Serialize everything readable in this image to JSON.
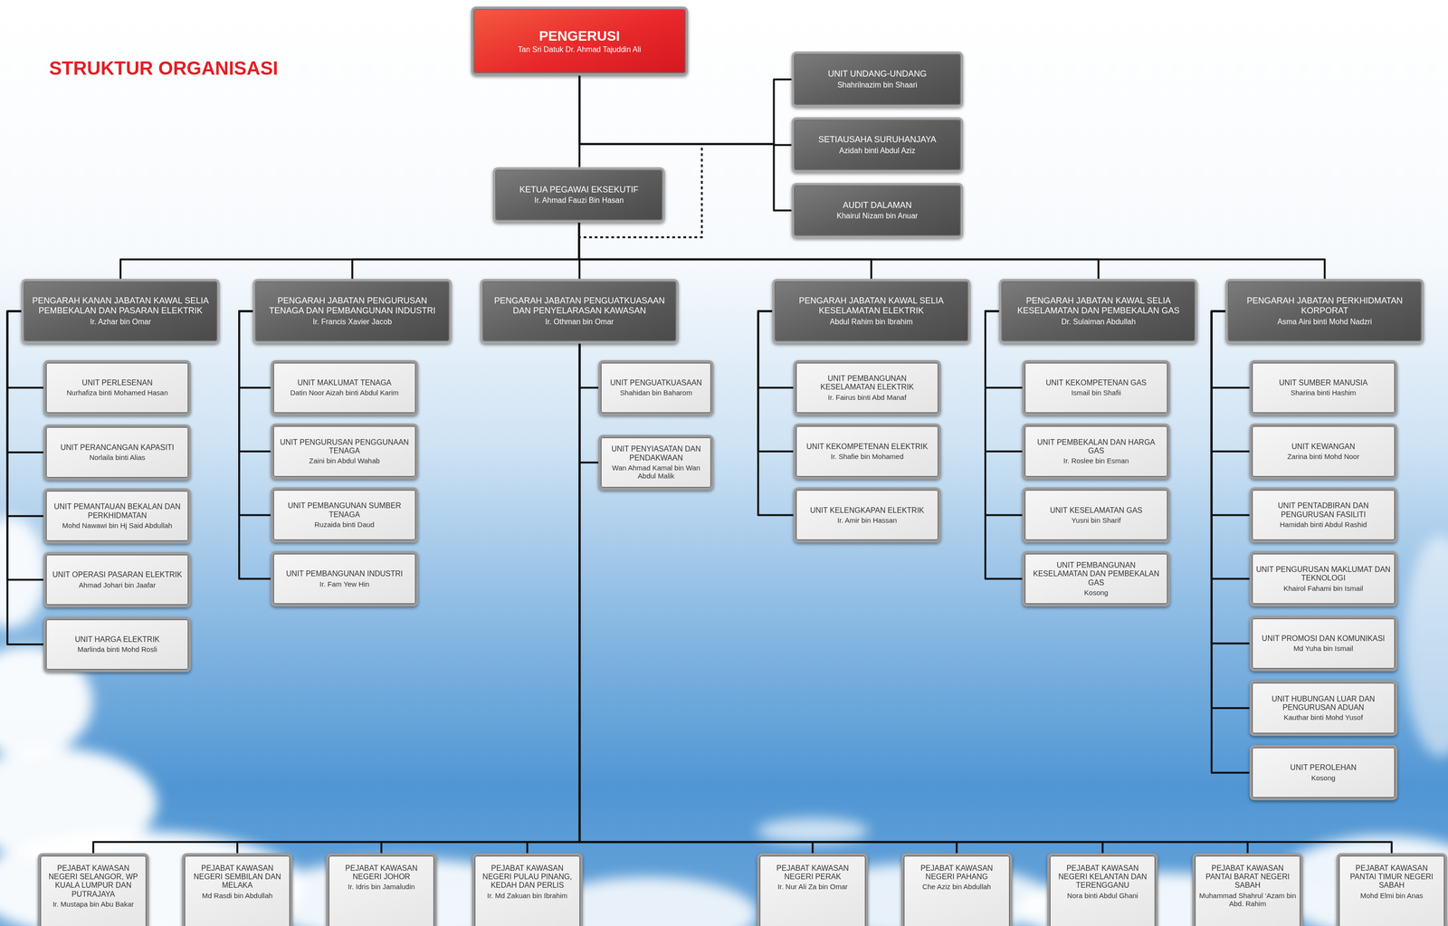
{
  "diagram": {
    "title": "STRUKTUR ORGANISASI",
    "nodes": [
      {
        "text": [
          "PENGERUSI",
          "Tan Sri Datuk Dr. Ahmad Tajuddin Ali"
        ]
      },
      {
        "text": [
          "UNIT UNDANG-UNDANG",
          "Shahrilnazim bin Shaari"
        ]
      },
      {
        "text": [
          "SETIAUSAHA SURUHANJAYA",
          "Azidah binti Abdul Aziz"
        ]
      },
      {
        "text": [
          "KETUA PEGAWAI EKSEKUTIF",
          "Ir. Ahmad Fauzi Bin Hasan"
        ]
      },
      {
        "text": [
          "AUDIT DALAMAN",
          "Khairul Nizam bin Anuar"
        ]
      },
      {
        "text": [
          "PENGARAH KANAN JABATAN KAWAL SELIA PEMBEKALAN DAN PASARAN ELEKTRIK",
          "Ir. Azhar bin Omar"
        ]
      },
      {
        "text": [
          "PENGARAH JABATAN PENGURUSAN TENAGA DAN PEMBANGUNAN INDUSTRI",
          "Ir. Francis Xavier Jacob"
        ]
      },
      {
        "text": [
          "PENGARAH JABATAN PENGUATKUASAAN DAN PENYELARASAN KAWASAN",
          "Ir. Othman bin Omar"
        ]
      },
      {
        "text": [
          "PENGARAH JABATAN KAWAL SELIA KESELAMATAN ELEKTRIK",
          "Abdul Rahim bin Ibrahim"
        ]
      },
      {
        "text": [
          "PENGARAH JABATAN KAWAL SELIA KESELAMATAN DAN PEMBEKALAN GAS",
          "Dr. Sulaiman Abdullah"
        ]
      },
      {
        "text": [
          "PENGARAH JABATAN PERKHIDMATAN KORPORAT",
          "Asma Aini binti Mohd Nadzri"
        ]
      },
      {
        "text": [
          "UNIT PERLESENAN",
          "Nurhafiza binti Mohamed Hasan"
        ]
      },
      {
        "text": [
          "UNIT PERANCANGAN KAPASITI",
          "Norlaila binti Alias"
        ]
      },
      {
        "text": [
          "UNIT PEMANTAUAN BEKALAN DAN PERKHIDMATAN",
          "Mohd Nawawi bin Hj Said Abdullah"
        ]
      },
      {
        "text": [
          "UNIT OPERASI PASARAN ELEKTRIK",
          "Ahmad Johari bin Jaafar"
        ]
      },
      {
        "text": [
          "UNIT HARGA ELEKTRIK",
          "Marlinda binti Mohd Rosli"
        ]
      },
      {
        "text": [
          "UNIT MAKLUMAT TENAGA",
          "Datin Noor Aizah binti Abdul Karim"
        ]
      },
      {
        "text": [
          "UNIT PENGURUSAN PENGGUNAAN TENAGA",
          "Zaini bin Abdul Wahab"
        ]
      },
      {
        "text": [
          "UNIT PEMBANGUNAN SUMBER TENAGA",
          "Ruzaida binti Daud"
        ]
      },
      {
        "text": [
          "UNIT PEMBANGUNAN INDUSTRI",
          "Ir. Fam Yew Hin"
        ]
      },
      {
        "text": [
          "UNIT PENGUATKUASAAN",
          "Shahidan bin Baharom"
        ]
      },
      {
        "text": [
          "UNIT PENYIASATAN DAN PENDAKWAAN",
          "Wan Ahmad Kamal bin Wan Abdul Malik"
        ]
      },
      {
        "text": [
          "UNIT PEMBANGUNAN KESELAMATAN ELEKTRIK",
          "Ir. Fairus binti Abd Manaf"
        ]
      },
      {
        "text": [
          "UNIT KEKOMPETENAN ELEKTRIK",
          "Ir. Shafie bin Mohamed"
        ]
      },
      {
        "text": [
          "UNIT KELENGKAPAN ELEKTRIK",
          "Ir. Amir bin Hassan"
        ]
      },
      {
        "text": [
          "UNIT KEKOMPETENAN GAS",
          "Ismail bin Shafii"
        ]
      },
      {
        "text": [
          "UNIT PEMBEKALAN DAN HARGA GAS",
          "Ir. Roslee bin Esman"
        ]
      },
      {
        "text": [
          "UNIT KESELAMATAN GAS",
          "Yusni bin Sharif"
        ]
      },
      {
        "text": [
          "UNIT PEMBANGUNAN KESELAMATAN DAN PEMBEKALAN GAS",
          "Kosong"
        ]
      },
      {
        "text": [
          "UNIT SUMBER MANUSIA",
          "Sharina binti Hashim"
        ]
      },
      {
        "text": [
          "UNIT KEWANGAN",
          "Zarina binti Mohd Noor"
        ]
      },
      {
        "text": [
          "UNIT PENTADBIRAN DAN PENGURUSAN FASILITI",
          "Hamidah binti Abdul Rashid"
        ]
      },
      {
        "text": [
          "UNIT PENGURUSAN MAKLUMAT DAN TEKNOLOGI",
          "Khairol Fahami bin Ismail"
        ]
      },
      {
        "text": [
          "UNIT PROMOSI DAN KOMUNIKASI",
          "Md Yuha bin Ismail"
        ]
      },
      {
        "text": [
          "UNIT HUBUNGAN LUAR DAN PENGURUSAN ADUAN",
          "Kauthar binti Mohd Yusof"
        ]
      },
      {
        "text": [
          "UNIT PEROLEHAN",
          "Kosong"
        ]
      },
      {
        "text": [
          "PEJABAT KAWASAN NEGERI SELANGOR, WP KUALA LUMPUR DAN PUTRAJAYA",
          "Ir. Mustapa bin Abu Bakar"
        ]
      },
      {
        "text": [
          "PEJABAT KAWASAN NEGERI SEMBILAN DAN MELAKA",
          "Md Rasdi bin Abdullah"
        ]
      },
      {
        "text": [
          "PEJABAT KAWASAN NEGERI JOHOR",
          "Ir. Idris bin Jamaludin"
        ]
      },
      {
        "text": [
          "PEJABAT KAWASAN NEGERI PULAU PINANG, KEDAH DAN PERLIS",
          "Ir. Md Zakuan bin Ibrahim"
        ]
      },
      {
        "text": [
          "PEJABAT KAWASAN NEGERI PERAK",
          "Ir. Nur Ali Za bin Omar"
        ]
      },
      {
        "text": [
          "PEJABAT KAWASAN NEGERI PAHANG",
          "Che Aziz bin Abdullah"
        ]
      },
      {
        "text": [
          "PEJABAT KAWASAN NEGERI KELANTAN DAN TERENGGANU",
          "Nora binti Abdul Ghani"
        ]
      },
      {
        "text": [
          "PEJABAT KAWASAN PANTAI BARAT NEGERI SABAH",
          "Muhammad Shahrul ‘Azam bin Abd. Rahim"
        ]
      },
      {
        "text": [
          "PEJABAT KAWASAN PANTAI TIMUR NEGERI SABAH",
          "Mohd Elmi bin Anas"
        ]
      }
    ],
    "edges": [
      {
        "from": 0,
        "to": 1,
        "arrow": "none"
      },
      {
        "from": 0,
        "to": 2,
        "arrow": "none"
      },
      {
        "from": 0,
        "to": 3,
        "arrow": "none"
      },
      {
        "from": 0,
        "to": 4,
        "arrow": "none"
      },
      {
        "from": 3,
        "to": 5,
        "arrow": "none"
      },
      {
        "from": 3,
        "to": 6,
        "arrow": "none"
      },
      {
        "from": 3,
        "to": 7,
        "arrow": "none"
      },
      {
        "from": 3,
        "to": 8,
        "arrow": "none"
      },
      {
        "from": 3,
        "to": 9,
        "arrow": "none"
      },
      {
        "from": 3,
        "to": 10,
        "arrow": "none"
      },
      {
        "from": 5,
        "to": 11,
        "arrow": "none"
      },
      {
        "from": 5,
        "to": 12,
        "arrow": "none"
      },
      {
        "from": 5,
        "to": 13,
        "arrow": "none"
      },
      {
        "from": 5,
        "to": 14,
        "arrow": "none"
      },
      {
        "from": 5,
        "to": 15,
        "arrow": "none"
      },
      {
        "from": 6,
        "to": 16,
        "arrow": "none"
      },
      {
        "from": 6,
        "to": 17,
        "arrow": "none"
      },
      {
        "from": 6,
        "to": 18,
        "arrow": "none"
      },
      {
        "from": 6,
        "to": 19,
        "arrow": "none"
      },
      {
        "from": 7,
        "to": 20,
        "arrow": "none"
      },
      {
        "from": 7,
        "to": 21,
        "arrow": "none"
      },
      {
        "from": 8,
        "to": 22,
        "arrow": "none"
      },
      {
        "from": 8,
        "to": 23,
        "arrow": "none"
      },
      {
        "from": 8,
        "to": 24,
        "arrow": "none"
      },
      {
        "from": 9,
        "to": 25,
        "arrow": "none"
      },
      {
        "from": 9,
        "to": 26,
        "arrow": "none"
      },
      {
        "from": 9,
        "to": 27,
        "arrow": "none"
      },
      {
        "from": 9,
        "to": 28,
        "arrow": "none"
      },
      {
        "from": 10,
        "to": 29,
        "arrow": "none"
      },
      {
        "from": 10,
        "to": 30,
        "arrow": "none"
      },
      {
        "from": 10,
        "to": 31,
        "arrow": "none"
      },
      {
        "from": 10,
        "to": 32,
        "arrow": "none"
      },
      {
        "from": 10,
        "to": 33,
        "arrow": "none"
      },
      {
        "from": 10,
        "to": 34,
        "arrow": "none"
      },
      {
        "from": 10,
        "to": 35,
        "arrow": "none"
      },
      {
        "from": 7,
        "to": 36,
        "arrow": "none"
      },
      {
        "from": 7,
        "to": 37,
        "arrow": "none"
      },
      {
        "from": 7,
        "to": 38,
        "arrow": "none"
      },
      {
        "from": 7,
        "to": 39,
        "arrow": "none"
      },
      {
        "from": 7,
        "to": 40,
        "arrow": "none"
      },
      {
        "from": 7,
        "to": 41,
        "arrow": "none"
      },
      {
        "from": 7,
        "to": 42,
        "arrow": "none"
      },
      {
        "from": 7,
        "to": 43,
        "arrow": "none"
      },
      {
        "from": 7,
        "to": 44,
        "arrow": "none"
      }
    ]
  }
}
